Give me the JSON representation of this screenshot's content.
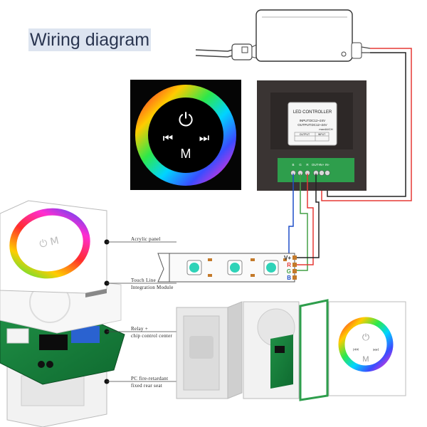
{
  "title": "Wiring diagram",
  "controller": {
    "heading": "LED CONTROLLER",
    "input_spec": "INPUT:DC12~24V",
    "output_spec": "OUTPUT:DC12~24V",
    "current_spec": "max4A/CH",
    "table_left": "OUTPUT",
    "table_right": "INPUT",
    "terminals": [
      "B",
      "G",
      "R",
      "OUT+",
      "IN+",
      "IN-"
    ]
  },
  "strip_terminals": [
    {
      "label": "V+",
      "color": "#333333"
    },
    {
      "label": "R",
      "color": "#e53935"
    },
    {
      "label": "G",
      "color": "#43a047"
    },
    {
      "label": "B",
      "color": "#1e4fc9"
    }
  ],
  "callouts": [
    {
      "line1": "Acrylic panel",
      "line2": ""
    },
    {
      "line1": "Touch Line",
      "line2": "Integration Module"
    },
    {
      "line1": "Relay +",
      "line2": "chip control center"
    },
    {
      "line1": "PC fire-retardant",
      "line2": "fixed rear seat"
    }
  ],
  "panel_glyphs": {
    "power": "⏻",
    "prev": "⏮",
    "next": "⏭",
    "mode": "M"
  },
  "colors": {
    "wire_red": "#e53935",
    "wire_green": "#43a047",
    "wire_blue": "#1e4fc9",
    "wire_black": "#222222",
    "terminal_green": "#2e9e4c"
  }
}
